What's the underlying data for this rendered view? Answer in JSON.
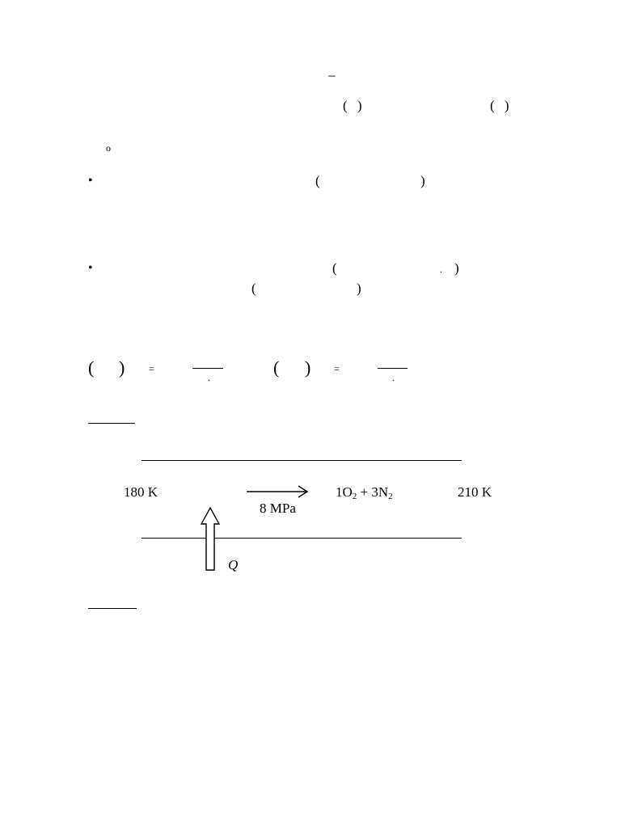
{
  "doc": {
    "p1_overbar": "–",
    "p1_paren_a": "(  )",
    "p1_paren_b": "(  )",
    "p2_mark": "o",
    "bullet1": {
      "marker": "•",
      "open": "(",
      "close": ")"
    },
    "bullet2": {
      "marker": "•",
      "open": "(",
      "dot": ".",
      "close": ")",
      "open2": "(",
      "close2": ")"
    },
    "equation": {
      "left_open": "(",
      "left_close": ")",
      "eq1": "=",
      "dot1": ".",
      "right_open": "(",
      "right_close": ")",
      "eq2": "=",
      "dot2": "."
    }
  },
  "diagram": {
    "inlet_temp": "180 K",
    "pressure": "8 MPa",
    "mixture_prefix": "1O",
    "mixture_sub1": "2",
    "mixture_mid": " + 3N",
    "mixture_sub2": "2",
    "outlet_temp": "210 K",
    "heat_label": "Q"
  }
}
